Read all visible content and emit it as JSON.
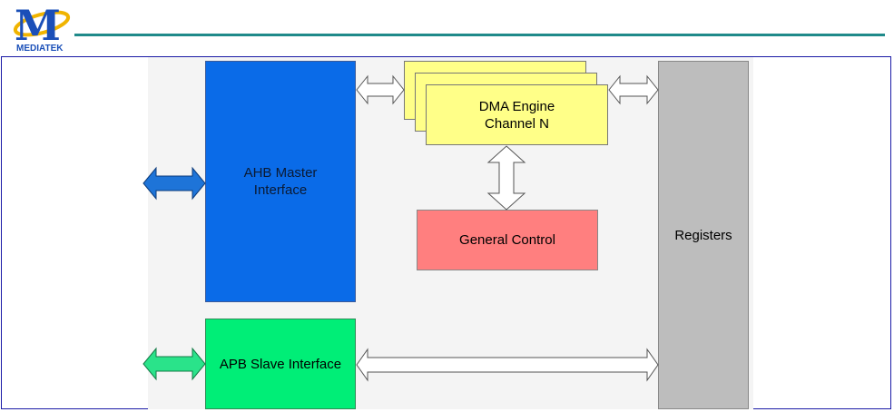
{
  "header": {
    "logo_letter": "M",
    "logo_text": "MEDIATEK"
  },
  "diagram": {
    "blocks": {
      "ahb_master": "AHB Master\nInterface",
      "apb_slave": "APB Slave Interface",
      "dma_engine": "DMA Engine\nChannel N",
      "general_control": "General Control",
      "registers": "Registers"
    },
    "colors": {
      "ahb_master": "#0a6be8",
      "apb_slave": "#00ee77",
      "dma_engine": "#ffff88",
      "general_control": "#ff7f7f",
      "registers": "#bdbdbd",
      "header_rule": "#1f8a8a",
      "frame_border": "#1a1aa6"
    }
  }
}
